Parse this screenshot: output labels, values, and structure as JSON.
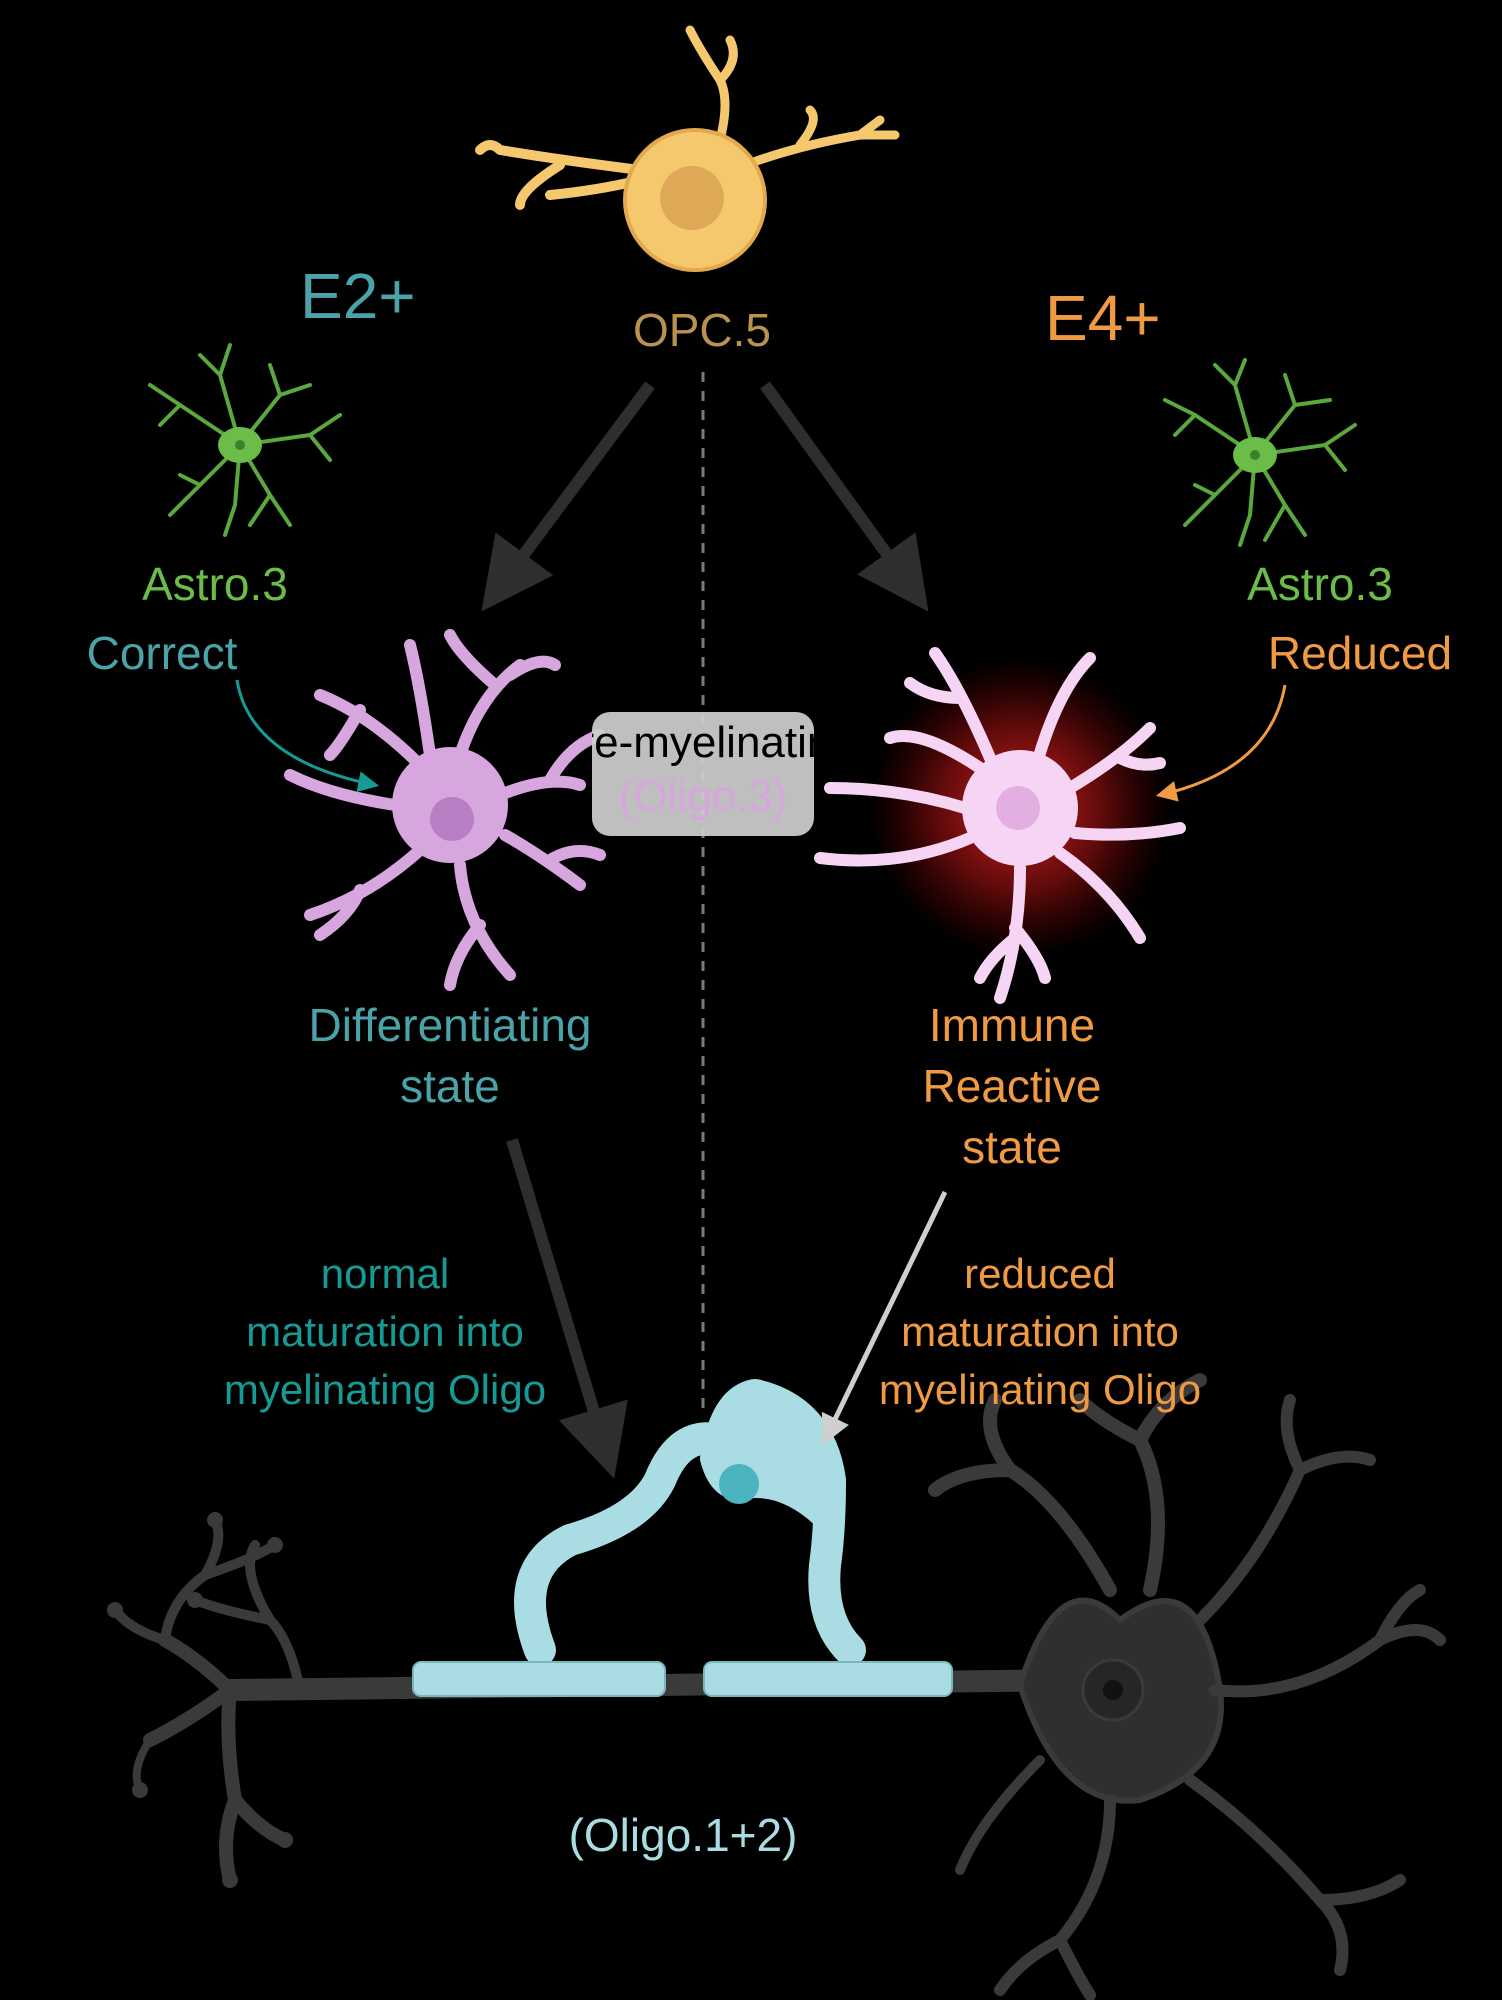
{
  "colors": {
    "teal": "#4aa3a8",
    "teal_dark": "#169a94",
    "orange": "#f09a44",
    "opc": "#b8924e",
    "astro": "#6bbd48",
    "oligo_pink": "#d8a6df",
    "light_blue": "#a9dde3"
  },
  "icons": {
    "opc": "opc-cell-icon",
    "astro": "astrocyte-icon",
    "oligo_diff": "differentiating-oligodendrocyte-icon",
    "oligo_immune": "immune-reactive-oligodendrocyte-icon",
    "neuron": "neuron-icon",
    "myelin": "myelinating-oligodendrocyte-icon"
  },
  "labels": {
    "e2": "E2+",
    "e4": "E4+",
    "opc": "OPC.5",
    "astro_left": "Astro.3",
    "astro_left_status": "Correct",
    "astro_right": "Astro.3",
    "astro_right_status": "Reduced",
    "center_line1": "Pre-myelinating",
    "center_line2": "(Oligo.3)",
    "diff_line1": "Differentiating",
    "diff_line2": "state",
    "immune_line1": "Immune",
    "immune_line2": "Reactive",
    "immune_line3": "state",
    "normal_line1": "normal",
    "normal_line2": "maturation into",
    "normal_line3": "myelinating Oligo",
    "reduced_line1": "reduced",
    "reduced_line2": "maturation into",
    "reduced_line3": "myelinating Oligo",
    "bottom": "(Oligo.1+2)"
  }
}
